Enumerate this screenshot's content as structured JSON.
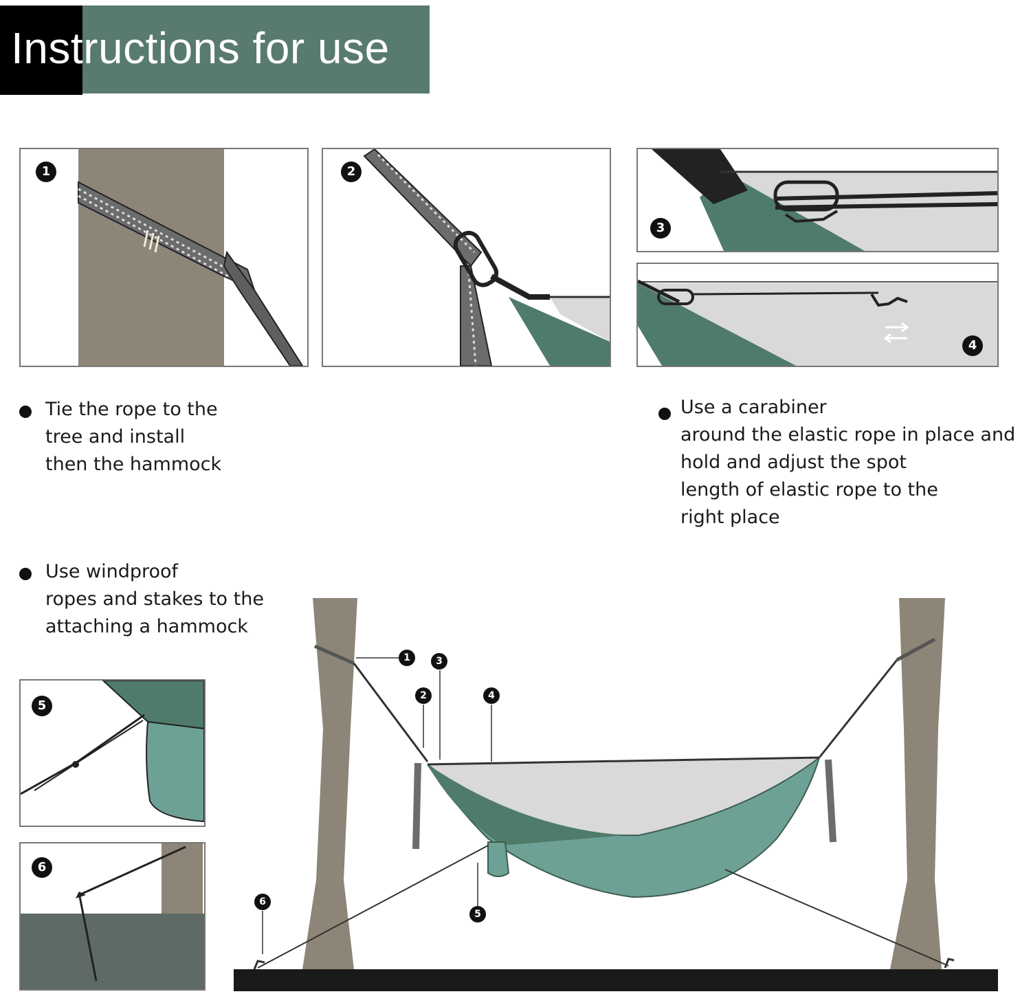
{
  "header": {
    "title": "Instructions for use"
  },
  "panels": [
    {
      "number": "1"
    },
    {
      "number": "2"
    },
    {
      "number": "3"
    },
    {
      "number": "4"
    },
    {
      "number": "5"
    },
    {
      "number": "6"
    }
  ],
  "instructions": [
    {
      "lines": [
        "Tie the rope to the",
        "tree and install",
        "then the hammock"
      ]
    },
    {
      "lines": [
        "Use a carabiner",
        "around the elastic rope in place and",
        "hold and adjust the spot",
        "length of elastic rope to the",
        "right place"
      ]
    },
    {
      "lines": [
        "Use windproof",
        "ropes and stakes to the",
        "attaching a hammock"
      ]
    }
  ],
  "diagram": {
    "callouts": [
      "1",
      "2",
      "3",
      "4",
      "5",
      "6"
    ]
  },
  "colors": {
    "header_black": "#000000",
    "header_green": "#587a6f",
    "tree_trunk": "#8d8577",
    "hammock_dark": "#4f7b6a",
    "hammock_light": "#6ea195",
    "mosquito_net": "#d9d9d9",
    "ground": "#1a1a1a"
  }
}
